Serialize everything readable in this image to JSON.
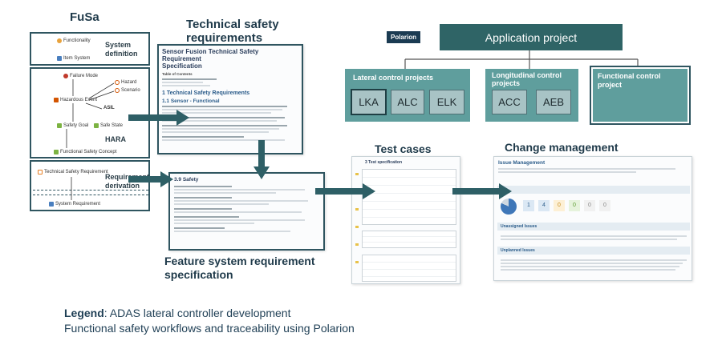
{
  "sections": {
    "fusa_title": "FuSa",
    "tsr_title_1": "Technical safety",
    "tsr_title_2": "requirements",
    "fsr_title_1": "Feature system requirement",
    "fsr_title_2": "specification",
    "test_title": "Test cases",
    "change_title": "Change management"
  },
  "polarion": {
    "logo": "Polarion",
    "app_project": "Application project",
    "lateral": {
      "title": "Lateral control projects",
      "items": [
        "LKA",
        "ALC",
        "ELK"
      ]
    },
    "longitudinal": {
      "title_1": "Longitudinal control",
      "title_2": "projects",
      "items": [
        "ACC",
        "AEB"
      ]
    },
    "functional": {
      "title_1": "Functional control",
      "title_2": "project"
    }
  },
  "fusa": {
    "functionality": "Functionality",
    "item_system": "Item System",
    "system_definition_1": "System",
    "system_definition_2": "definition",
    "failure_mode": "Failure Mode",
    "hazard": "Hazard",
    "scenario": "Scenario",
    "hazardous_event": "Hazardous Event",
    "asil": "ASIL",
    "safety_goal": "Safety Goal",
    "safe_state": "Safe State",
    "hara": "HARA",
    "fsc": "Functional Safety Concept",
    "tsr": "Technical Safety Requirement",
    "req_derivation_1": "Requirement",
    "req_derivation_2": "derivation",
    "system_requirement": "System Requirement"
  },
  "tsr_doc": {
    "title_1": "Sensor Fusion Technical Safety Requirement",
    "title_2": "Specification",
    "toc": "Table of Contents",
    "h1": "1 Technical Safety Requirements",
    "h2": "1.1 Sensor - Functional"
  },
  "fsr_doc": {
    "title": "3.9 Safety"
  },
  "test_doc": {
    "title": "3 Test specification"
  },
  "change_doc": {
    "title": "Issue Management",
    "counts": [
      "1",
      "4",
      "0",
      "0",
      "0",
      "0"
    ],
    "unassigned": "Unassigned Issues",
    "unplanned": "Unplanned Issues"
  },
  "legend": {
    "label": "Legend",
    "line1_rest": ": ADAS lateral controller development",
    "line2": "Functional safety workflows and traceability using Polarion"
  }
}
